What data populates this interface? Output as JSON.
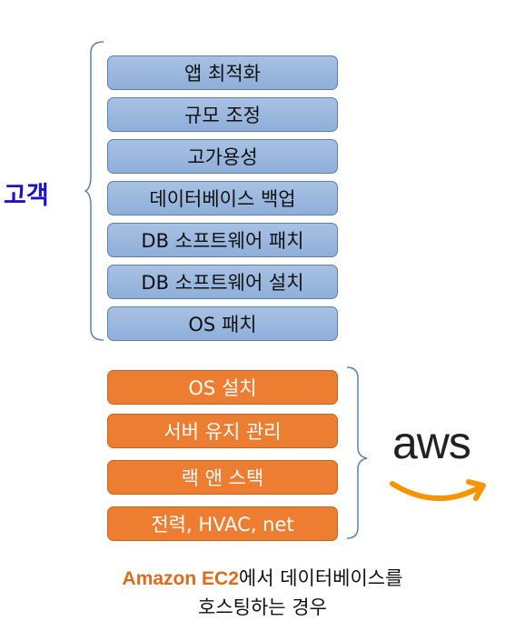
{
  "customer": {
    "label": "고객",
    "tasks": [
      "앱 최적화",
      "규모 조정",
      "고가용성",
      "데이터베이스 백업",
      "DB 소프트웨어 패치",
      "DB 소프트웨어 설치",
      "OS 패치"
    ]
  },
  "aws": {
    "logo_text": "aws",
    "tasks": [
      "OS 설치",
      "서버 유지 관리",
      "랙 앤 스택",
      "전력, HVAC, net"
    ]
  },
  "caption": {
    "brand": "Amazon EC2",
    "line1_rest": "에서 데이터베이스를",
    "line2": "호스팅하는 경우"
  },
  "colors": {
    "customer_box": "#9bb8df",
    "aws_box": "#ed7d31",
    "customer_label": "#1f10c8",
    "brand": "#e06a1c",
    "aws_smile": "#f79400"
  }
}
